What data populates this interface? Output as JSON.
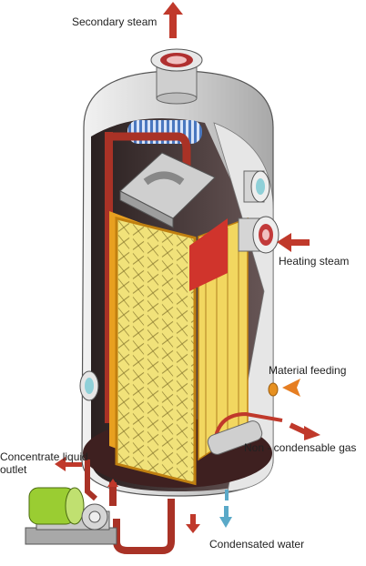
{
  "labels": {
    "secondary_steam": "Secondary steam",
    "heating_steam": "Heating steam",
    "material_feeding": "Material feeding",
    "non_condensable_gas": "Non - condensable gas",
    "concentrate_liquid_outlet": "Concentrate liquid outlet",
    "condensated_water": "Condensated water"
  },
  "colors": {
    "shell": "#d6d6d6",
    "interior": "#3a2a2a",
    "plates": "#f0e080",
    "plate_frame": "#e8a020",
    "arrow_red": "#c0392b",
    "arrow_orange": "#e67e22",
    "arrow_blue": "#5aa9c8",
    "pipe_red": "#a93226",
    "motor_green": "#9acd32"
  }
}
